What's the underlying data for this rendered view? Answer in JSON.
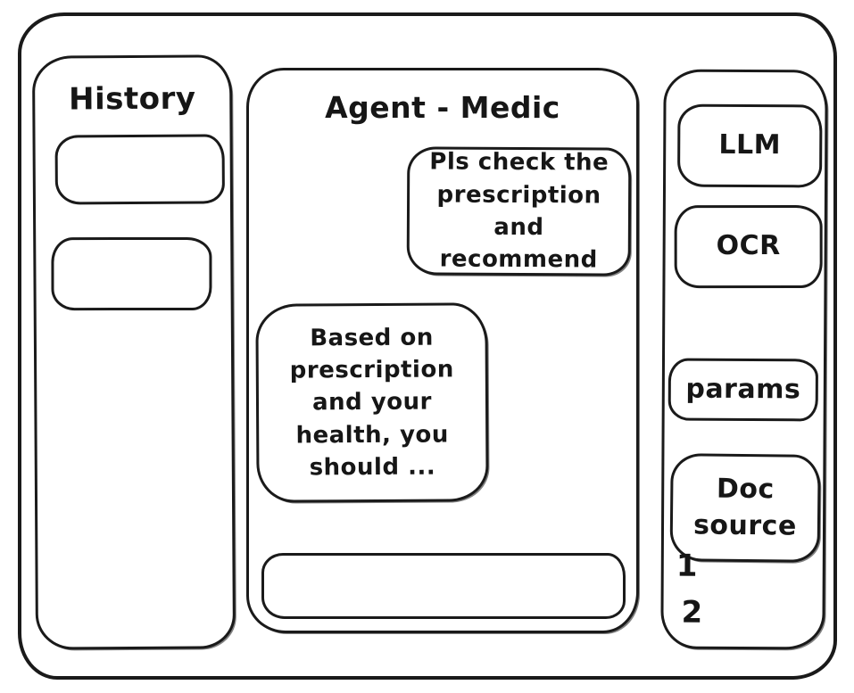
{
  "history_panel": {
    "title": "History",
    "items": [
      {
        "label": ""
      },
      {
        "label": ""
      }
    ]
  },
  "chat_panel": {
    "title": "Agent - Medic",
    "messages": [
      {
        "role": "user",
        "text": "Pls check the prescription and recommend"
      },
      {
        "role": "assistant",
        "text": "Based on prescription and your health, you should ..."
      }
    ],
    "input": {
      "value": ""
    }
  },
  "tools_panel": {
    "buttons": [
      {
        "id": "llm",
        "label": "LLM"
      },
      {
        "id": "ocr",
        "label": "OCR"
      },
      {
        "id": "params",
        "label": "params"
      },
      {
        "id": "doc_source",
        "label": "Doc source"
      }
    ],
    "doc_source_items": [
      "1",
      "2"
    ]
  },
  "colors": {
    "stroke": "#1a1a1a",
    "background": "#ffffff",
    "text": "#161616"
  }
}
